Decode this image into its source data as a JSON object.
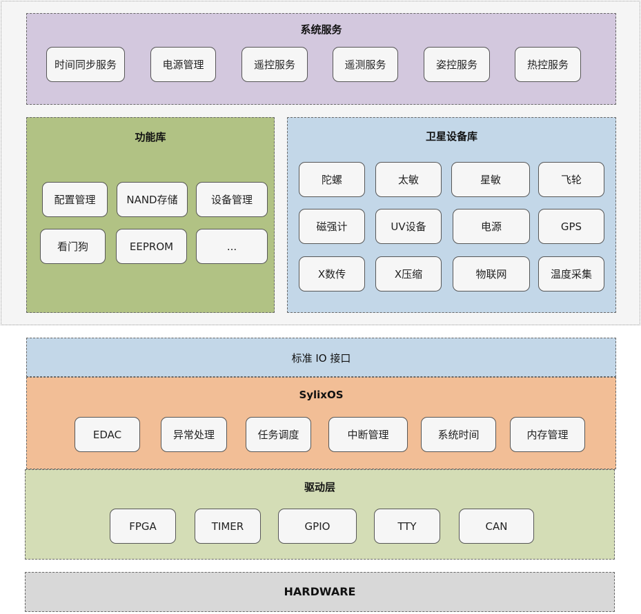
{
  "system_services": {
    "title": "系统服务",
    "items": [
      "时间同步服务",
      "电源管理",
      "遥控服务",
      "遥测服务",
      "姿控服务",
      "热控服务"
    ]
  },
  "function_library": {
    "title": "功能库",
    "items": [
      "配置管理",
      "NAND存储",
      "设备管理",
      "看门狗",
      "EEPROM",
      "..."
    ]
  },
  "satellite_device_library": {
    "title": "卫星设备库",
    "items": [
      "陀螺",
      "太敏",
      "星敏",
      "飞轮",
      "磁强计",
      "UV设备",
      "电源",
      "GPS",
      "X数传",
      "X压缩",
      "物联网",
      "温度采集"
    ]
  },
  "io_interface": {
    "title": "标准 IO 接口"
  },
  "sylixos": {
    "title": "SylixOS",
    "items": [
      "EDAC",
      "异常处理",
      "任务调度",
      "中断管理",
      "系统时间",
      "内存管理"
    ]
  },
  "driver_layer": {
    "title": "驱动层",
    "items": [
      "FPGA",
      "TIMER",
      "GPIO",
      "TTY",
      "CAN"
    ]
  },
  "hardware": {
    "title": "HARDWARE"
  },
  "colors": {
    "system_services_bg": "#d3c8de",
    "function_library_bg": "#b1c284",
    "satellite_device_bg": "#c3d7e8",
    "io_interface_bg": "#c3d7e8",
    "sylixos_bg": "#f2be96",
    "driver_layer_bg": "#d4ddb6",
    "hardware_bg": "#d8d8d8",
    "box_bg": "#f6f6f6"
  }
}
